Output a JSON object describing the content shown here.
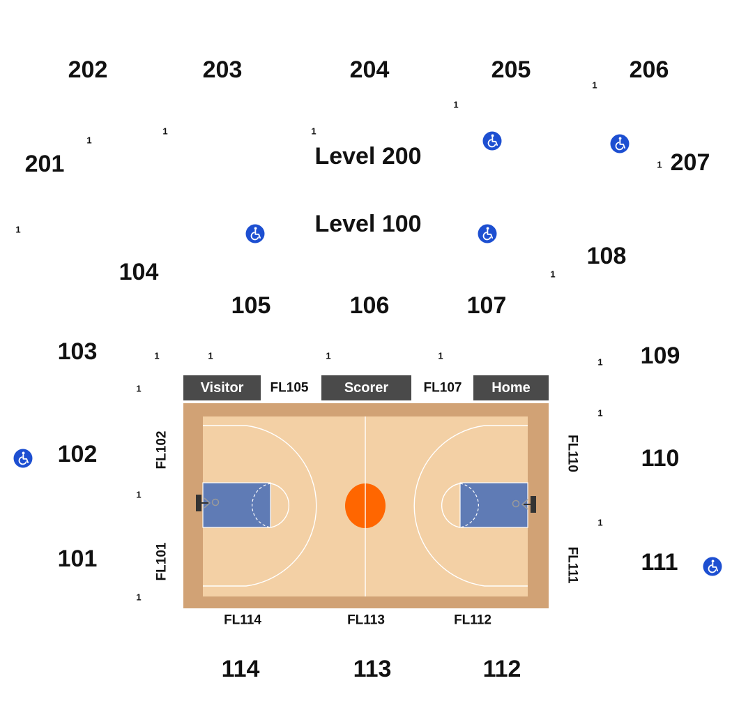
{
  "levels": {
    "level_200": "Level 200",
    "level_100": "Level 100"
  },
  "sections_200": [
    "201",
    "202",
    "203",
    "204",
    "205",
    "206",
    "207"
  ],
  "sections_100": [
    "101",
    "102",
    "103",
    "104",
    "105",
    "106",
    "107",
    "108",
    "109",
    "110",
    "111",
    "112",
    "113",
    "114"
  ],
  "floor_sections": {
    "fl101": "FL101",
    "fl102": "FL102",
    "fl105": "FL105",
    "fl107": "FL107",
    "fl110": "FL110",
    "fl111": "FL111",
    "fl112": "FL112",
    "fl113": "FL113",
    "fl114": "FL114"
  },
  "benches": {
    "visitor": "Visitor",
    "scorer": "Scorer",
    "home": "Home"
  },
  "seat_count_label": "1",
  "icons": {
    "accessible": "wheelchair-accessible-icon"
  },
  "colors": {
    "court_border": "#d1a275",
    "court_floor": "#f3d0a5",
    "paint": "#5f7bb5",
    "center_circle": "#ff6600",
    "bench": "#4a4a4a",
    "accessible": "#1d4fd1"
  }
}
